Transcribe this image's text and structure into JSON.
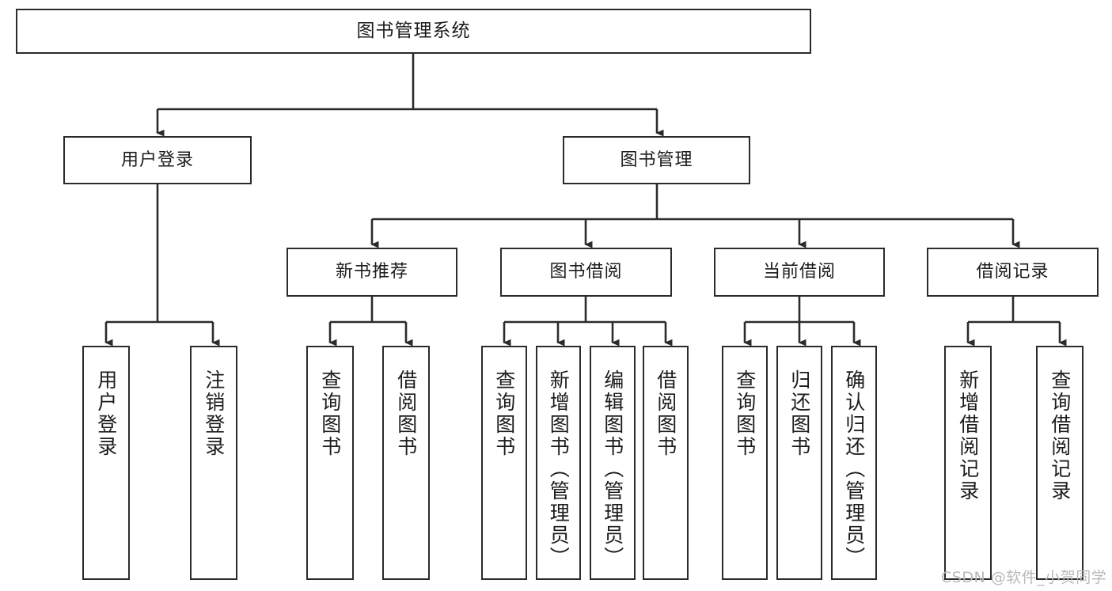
{
  "diagram": {
    "title": "图书管理系统",
    "type": "tree-hierarchy-chart",
    "orientation": "top-down",
    "colors": {
      "box_border": "#2b2b2b",
      "box_fill": "#ffffff",
      "connector": "#2b2b2b",
      "text": "#1c1c1c",
      "watermark": "#b9b9b9",
      "background": "#ffffff"
    }
  },
  "nodes": {
    "root": {
      "label": "图书管理系统"
    },
    "level2": [
      {
        "label": "用户登录"
      },
      {
        "label": "图书管理"
      }
    ],
    "level3": [
      {
        "label": "新书推荐"
      },
      {
        "label": "图书借阅"
      },
      {
        "label": "当前借阅"
      },
      {
        "label": "借阅记录"
      }
    ],
    "leaves": {
      "user_login": [
        {
          "label": "用户登录"
        },
        {
          "label": "注销登录"
        }
      ],
      "new_book_recommend": [
        {
          "label": "查询图书"
        },
        {
          "label": "借阅图书"
        }
      ],
      "book_borrow": [
        {
          "label": "查询图书"
        },
        {
          "label": "新增图书（管理员）"
        },
        {
          "label": "编辑图书（管理员）"
        },
        {
          "label": "借阅图书"
        }
      ],
      "current_borrow": [
        {
          "label": "查询图书"
        },
        {
          "label": "归还图书"
        },
        {
          "label": "确认归还（管理员）"
        }
      ],
      "borrow_record": [
        {
          "label": "新增借阅记录"
        },
        {
          "label": "查询借阅记录"
        }
      ]
    }
  },
  "watermark": {
    "text": "CSDN @软件_小贺同学"
  }
}
